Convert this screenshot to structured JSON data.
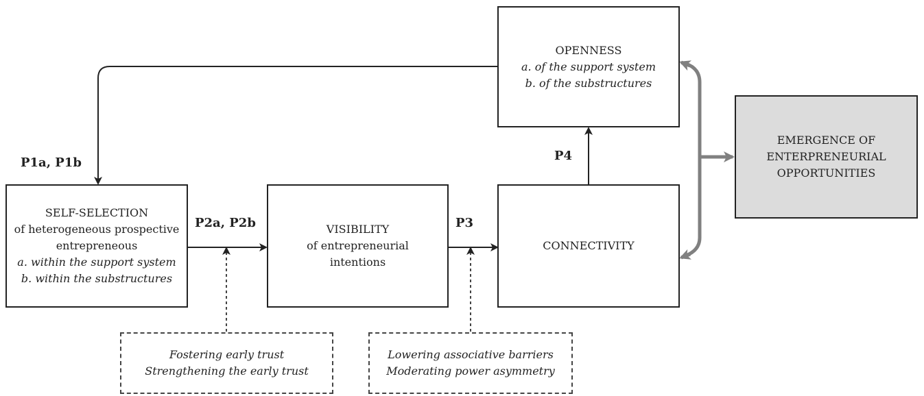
{
  "boxes": {
    "openness": {
      "title": "OPENNESS",
      "items": [
        "a. of the support system",
        "b. of the substructures"
      ]
    },
    "self_selection": {
      "lines": [
        "SELF-SELECTION",
        "of heterogeneous prospective",
        "entrepreneous"
      ],
      "items": [
        "a. within the support system",
        "b. within the substructures"
      ]
    },
    "visibility": {
      "lines": [
        "VISIBILITY",
        "of entrepreneurial",
        "intentions"
      ]
    },
    "connectivity": {
      "title": "CONNECTIVITY"
    },
    "emergence": {
      "lines": [
        "EMERGENCE OF",
        "ENTERPRENEURIAL",
        "OPPORTUNITIES"
      ]
    },
    "trust": {
      "lines": [
        "Fostering early trust",
        "Strengthening the early trust"
      ]
    },
    "barriers": {
      "lines": [
        "Lowering associative barriers",
        "Moderating power asymmetry"
      ]
    }
  },
  "labels": {
    "p1": "P1a, P1b",
    "p2": "P2a, P2b",
    "p3": "P3",
    "p4": "P4"
  },
  "colors": {
    "line": "#222222",
    "thick_arrow": "#808080",
    "highlight_fill": "#dcdcdc"
  }
}
